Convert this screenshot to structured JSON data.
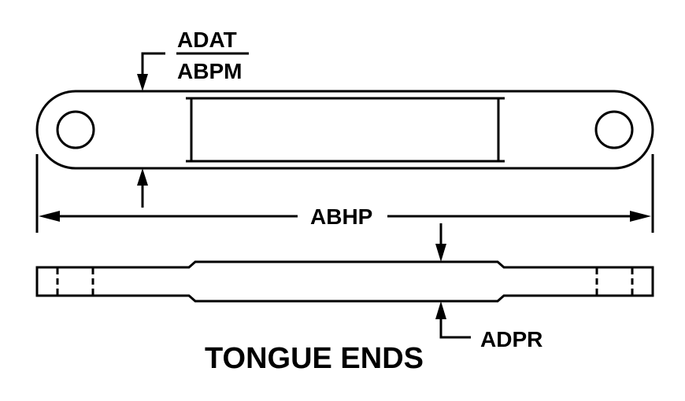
{
  "diagram": {
    "title": "TONGUE ENDS",
    "colors": {
      "line": "#000000",
      "background": "#ffffff"
    },
    "labels": {
      "thickness_top": "ADAT",
      "thickness_bottom": "ABPM",
      "overall_length": "ABHP",
      "center_thickness": "ADPR"
    },
    "views": [
      {
        "name": "top-view",
        "description": "Plan view of link with two end holes and center recessed rectangular section"
      },
      {
        "name": "side-view",
        "description": "Side view showing thickened center section and dashed hidden lines for holes"
      }
    ]
  }
}
